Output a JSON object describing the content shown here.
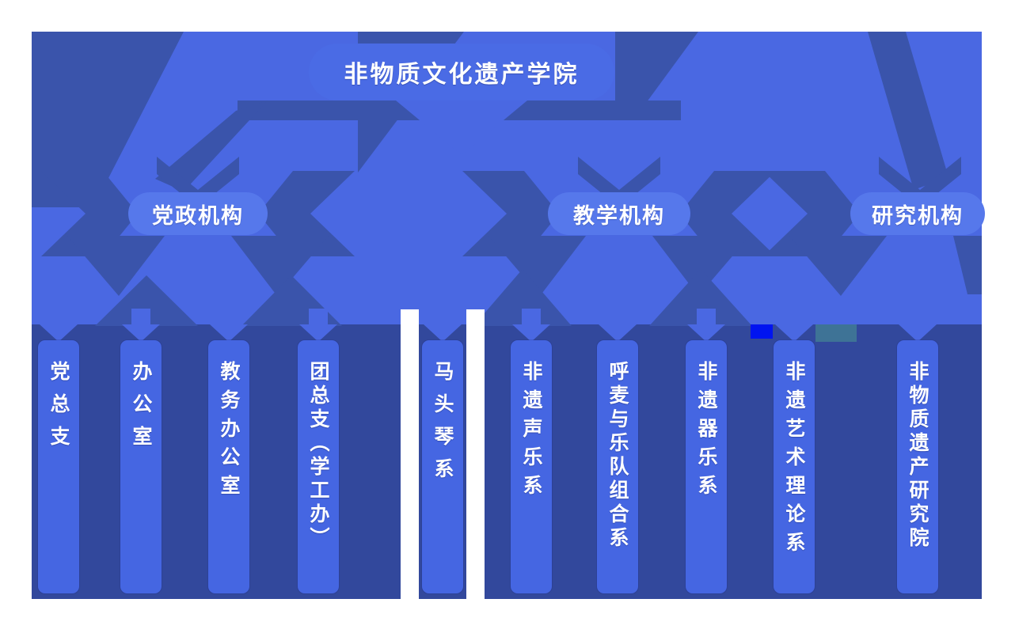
{
  "diagram": {
    "root": {
      "label": "非物质文化遗产学院"
    },
    "branches": [
      {
        "label": "党政机构",
        "children": [
          "党总支",
          "办公室",
          "教务办公室",
          "团总支（学工办）"
        ]
      },
      {
        "label": "教学机构",
        "children": [
          "马头琴系",
          "非遗声乐系",
          "呼麦与乐队组合系",
          "非遗器乐系",
          "非遗艺术理论系"
        ]
      },
      {
        "label": "研究机构",
        "children": [
          "非物质遗产研究院"
        ]
      }
    ],
    "leaves": [
      {
        "label": "党总支"
      },
      {
        "label": "办公室"
      },
      {
        "label": "教务办公室"
      },
      {
        "label": "团总支（学工办）"
      },
      {
        "label": "马头琴系"
      },
      {
        "label": "非遗声乐系"
      },
      {
        "label": "呼麦与乐队组合系"
      },
      {
        "label": "非遗器乐系"
      },
      {
        "label": "非遗艺术理论系"
      },
      {
        "label": "非物质遗产研究院"
      }
    ],
    "colors": {
      "background": "#ffffff",
      "medium_blue": "#4a68e2",
      "dark_accent": "#3a54ab",
      "dark_band": "#32489c",
      "root_fill": "#4a6be5",
      "branch_fill": "#5678eb",
      "leaf_fill": "#4566e2",
      "text": "#ffffff",
      "artifact_blue": "#0014f0",
      "artifact_teal": "#3e7396"
    }
  }
}
